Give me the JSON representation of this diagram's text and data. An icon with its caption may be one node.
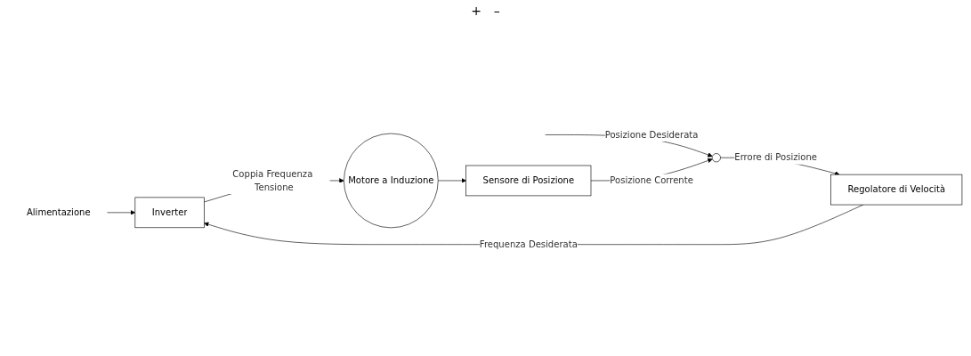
{
  "diagram": {
    "nodes": [
      {
        "text": [
          "Alimentazione"
        ]
      },
      {
        "text": [],
        "shape": "circle"
      },
      {
        "text": [
          "Regolatore di Velocità"
        ]
      },
      {
        "text": [
          "Inverter"
        ]
      },
      {
        "text": [
          "Motore a Induzione"
        ]
      },
      {
        "text": [
          "Sensore di Posizione"
        ]
      }
    ],
    "edges": [
      {
        "from": null,
        "to": 1,
        "arrow": "to",
        "label": "Posizione Desiderata"
      },
      {
        "from": 1,
        "to": 2,
        "arrow": "to",
        "label": "Errore di Posizione"
      },
      {
        "from": 2,
        "to": 3,
        "arrow": "to",
        "label": "Frequenza Desiderata"
      },
      {
        "from": 0,
        "to": 3,
        "arrow": "to"
      },
      {
        "from": 3,
        "to": 4,
        "arrow": "to",
        "label": "Coppia Frequenza Tensione"
      },
      {
        "from": 4,
        "to": 5,
        "arrow": "to"
      },
      {
        "from": 5,
        "to": 1,
        "arrow": "to",
        "label": "Posizione Corrente"
      }
    ],
    "labels": [
      "+",
      "–"
    ]
  }
}
